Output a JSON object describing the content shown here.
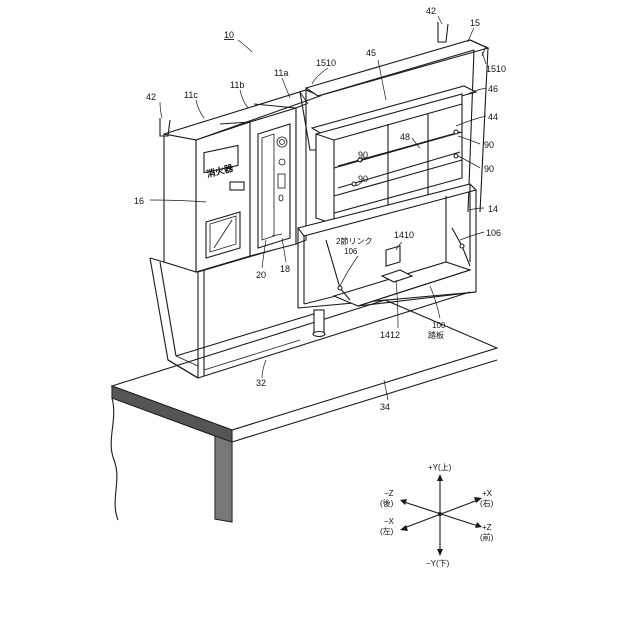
{
  "labels": {
    "device": "10",
    "cabinet_c": "11c",
    "cabinet_b": "11b",
    "cabinet_a": "11a",
    "hook_left": "42",
    "hook_right": "42",
    "roof": "15",
    "bracket_top": "1510",
    "bracket_right": "1510",
    "frame_top": "45",
    "shelf": "46",
    "panel": "44",
    "grid": "48",
    "rod_1": "90",
    "rod_2": "90",
    "rod_3": "90",
    "rod_4": "90",
    "front_panel": "16",
    "door": "20",
    "side": "18",
    "lower_frame": "14",
    "link_left": "2節リンク\n106",
    "link_right": "106",
    "plate": "1410",
    "plate_bottom": "1412",
    "step": "100\n踏板",
    "base_frame": "32",
    "platform": "34",
    "sign_text": "消火器"
  },
  "axes": {
    "y_pos": "+Y(上)",
    "y_neg": "−Y(下)",
    "z_neg": "−Z\n(後)",
    "z_pos": "+Z\n(前)",
    "x_pos": "+X\n(右)",
    "x_neg": "−X\n(左)"
  }
}
